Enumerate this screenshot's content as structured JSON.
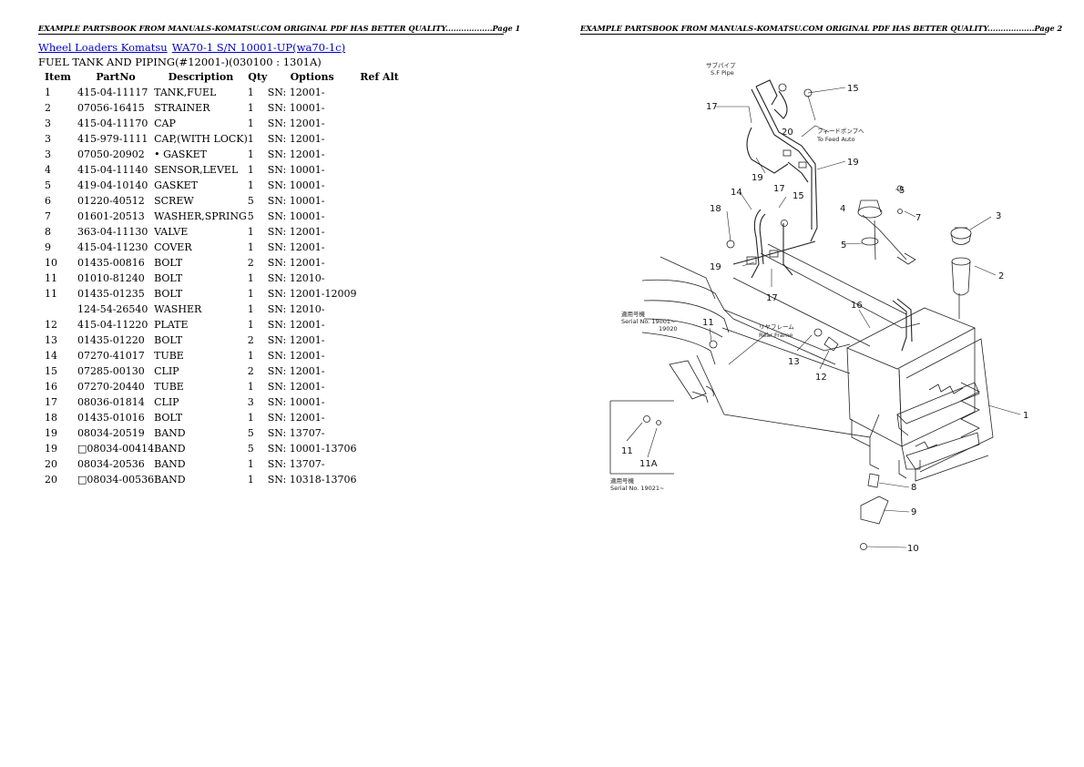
{
  "page_headers": [
    {
      "text": "EXAMPLE PARTSBOOK FROM MANUALS-KOMATSU.COM ORIGINAL PDF HAS BETTER QUALITY..................Page 1"
    },
    {
      "text": "EXAMPLE PARTSBOOK FROM MANUALS-KOMATSU.COM ORIGINAL PDF HAS BETTER QUALITY..................Page 2"
    }
  ],
  "breadcrumb": {
    "link1": "Wheel Loaders Komatsu",
    "link2": "WA70-1 S/N 10001-UP(wa70-1c)"
  },
  "subtitle": "FUEL TANK AND PIPING(#12001-)(030100 : 1301A)",
  "table": {
    "headers": [
      "Item",
      "PartNo",
      "Description",
      "Qty",
      "Options",
      "Ref Alt"
    ],
    "rows": [
      {
        "item": "1",
        "part": "415-04-11117",
        "desc": "TANK,FUEL",
        "qty": "1",
        "opt": "SN: 12001-"
      },
      {
        "item": "2",
        "part": "07056-16415",
        "desc": "STRAINER",
        "qty": "1",
        "opt": "SN: 10001-"
      },
      {
        "item": "3",
        "part": "415-04-11170",
        "desc": "CAP",
        "qty": "1",
        "opt": "SN: 12001-"
      },
      {
        "item": "3",
        "part": "415-979-1111",
        "desc": "CAP,(WITH LOCK)",
        "qty": "1",
        "opt": "SN: 12001-"
      },
      {
        "item": "3",
        "part": "07050-20902",
        "desc": "• GASKET",
        "qty": "1",
        "opt": "SN: 12001-"
      },
      {
        "item": "4",
        "part": "415-04-11140",
        "desc": "SENSOR,LEVEL",
        "qty": "1",
        "opt": "SN: 10001-"
      },
      {
        "item": "5",
        "part": "419-04-10140",
        "desc": "GASKET",
        "qty": "1",
        "opt": "SN: 10001-"
      },
      {
        "item": "6",
        "part": "01220-40512",
        "desc": "SCREW",
        "qty": "5",
        "opt": "SN: 10001-"
      },
      {
        "item": "7",
        "part": "01601-20513",
        "desc": "WASHER,SPRING",
        "qty": "5",
        "opt": "SN: 10001-"
      },
      {
        "item": "8",
        "part": "363-04-11130",
        "desc": "VALVE",
        "qty": "1",
        "opt": "SN: 12001-"
      },
      {
        "item": "9",
        "part": "415-04-11230",
        "desc": "COVER",
        "qty": "1",
        "opt": "SN: 12001-"
      },
      {
        "item": "10",
        "part": "01435-00816",
        "desc": "BOLT",
        "qty": "2",
        "opt": "SN: 12001-"
      },
      {
        "item": "11",
        "part": "01010-81240",
        "desc": "BOLT",
        "qty": "1",
        "opt": "SN: 12010-"
      },
      {
        "item": "11",
        "part": "01435-01235",
        "desc": "BOLT",
        "qty": "1",
        "opt": "SN: 12001-12009"
      },
      {
        "item": "",
        "part": "124-54-26540",
        "desc": "WASHER",
        "qty": "1",
        "opt": "SN: 12010-"
      },
      {
        "item": "12",
        "part": "415-04-11220",
        "desc": "PLATE",
        "qty": "1",
        "opt": "SN: 12001-"
      },
      {
        "item": "13",
        "part": "01435-01220",
        "desc": "BOLT",
        "qty": "2",
        "opt": "SN: 12001-"
      },
      {
        "item": "14",
        "part": "07270-41017",
        "desc": "TUBE",
        "qty": "1",
        "opt": "SN: 12001-"
      },
      {
        "item": "15",
        "part": "07285-00130",
        "desc": "CLIP",
        "qty": "2",
        "opt": "SN: 12001-"
      },
      {
        "item": "16",
        "part": "07270-20440",
        "desc": "TUBE",
        "qty": "1",
        "opt": "SN: 12001-"
      },
      {
        "item": "17",
        "part": "08036-01814",
        "desc": "CLIP",
        "qty": "3",
        "opt": "SN: 10001-"
      },
      {
        "item": "18",
        "part": "01435-01016",
        "desc": "BOLT",
        "qty": "1",
        "opt": "SN: 12001-"
      },
      {
        "item": "19",
        "part": "08034-20519",
        "desc": "BAND",
        "qty": "5",
        "opt": "SN: 13707-"
      },
      {
        "item": "19",
        "part": "□08034-00414",
        "desc": "BAND",
        "qty": "5",
        "opt": "SN: 10001-13706"
      },
      {
        "item": "20",
        "part": "08034-20536",
        "desc": "BAND",
        "qty": "1",
        "opt": "SN: 13707-"
      },
      {
        "item": "20",
        "part": "□08034-00536",
        "desc": "BAND",
        "qty": "1",
        "opt": "SN: 10318-13706"
      }
    ]
  },
  "diagram": {
    "callouts": [
      "1",
      "2",
      "3",
      "4",
      "5",
      "5",
      "7",
      "8",
      "9",
      "10",
      "11",
      "11",
      "11A",
      "12",
      "13",
      "14",
      "15",
      "15",
      "16",
      "17",
      "17",
      "17",
      "18",
      "19",
      "19",
      "20"
    ],
    "labels": {
      "sub_pipe_jp": "サブパイプ",
      "sub_pipe": "S.F Pipe",
      "to_feed_jp": "フィードポンプへ",
      "to_feed": "To Feed Auto",
      "serial_jp": "適用号機",
      "serial_a": "Serial No. 19001~",
      "serial_b": "19020",
      "rear_frame_jp": "リヤフレーム",
      "rear_frame": "Rear Frame",
      "serial_jp2": "適用号機",
      "serial_c": "Serial No. 19021~"
    }
  }
}
